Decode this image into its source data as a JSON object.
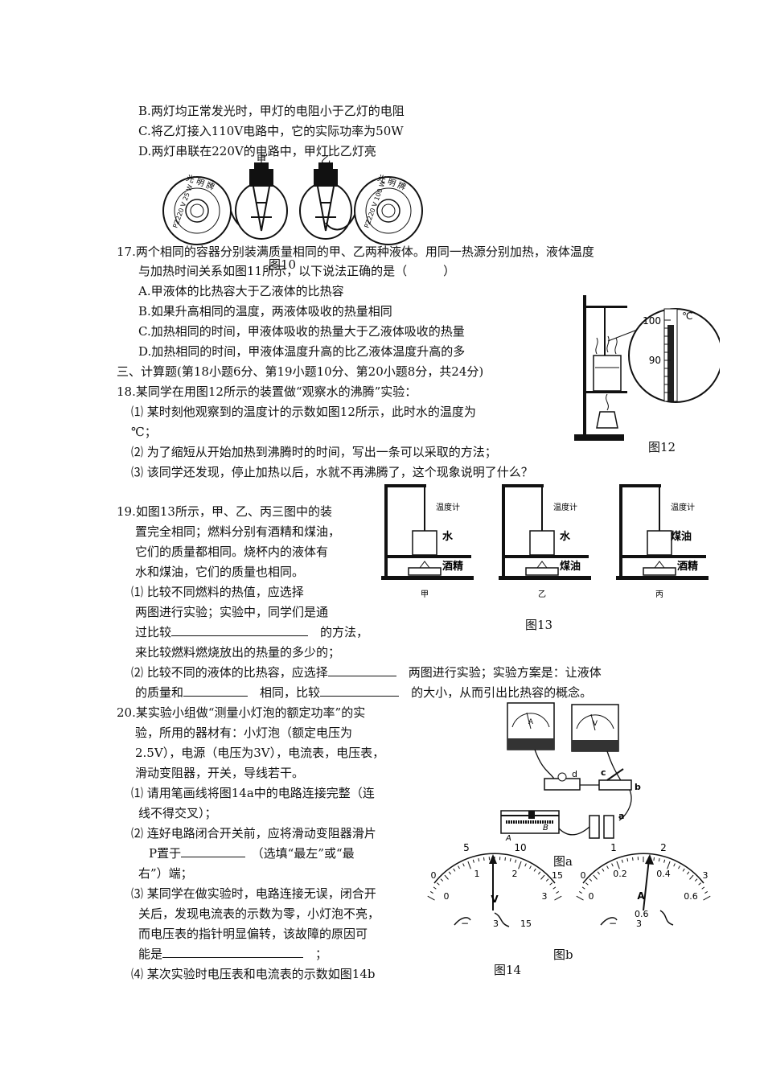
{
  "q16": {
    "options": [
      "B.两灯均正常发光时，甲灯的电阻小于乙灯的电阻",
      "C.将乙灯接入110V电路中，它的实际功率为50W",
      "D.两灯串联在220V的电路中，甲灯比乙灯亮"
    ],
    "fig": {
      "label_jia": "甲",
      "label_yi": "乙",
      "brand": "光 明 牌",
      "rating_left": "PZ220 V 25 W",
      "rating_right": "PZ220 V 100 W",
      "caption": "图10"
    }
  },
  "q17": {
    "stem1": "17.两个相同的容器分别装满质量相同的甲、乙两种液体。用同一热源分别加热，液体温度",
    "stem2": "与加热时间关系如图11所示，以下说法正确的是（　　　）",
    "options": [
      "A.甲液体的比热容大于乙液体的比热容",
      "B.如果升高相同的温度，两液体吸收的热量相同",
      "C.加热相同的时间，甲液体吸收的热量大于乙液体吸收的热量",
      "D.加热相同的时间，甲液体温度升高的比乙液体温度升高的多"
    ]
  },
  "section3": "三、计算题(第18小题6分、第19小题10分、第20小题8分，共24分)",
  "q18": {
    "stem": "18.某同学在用图12所示的装置做“观察水的沸腾”实验：",
    "p1a": "⑴ 某时刻他观察到的温度计的示数如图12所示，此时水的温度为",
    "p1b": "℃；",
    "p2": "⑵ 为了缩短从开始加热到沸腾时的时间，写出一条可以采取的方法；",
    "p3": "⑶ 该同学还发现，停止加热以后，水就不再沸腾了，这个现象说明了什么？",
    "fig": {
      "t100": "100",
      "t90": "90",
      "unit": "℃",
      "caption": "图12"
    }
  },
  "q19": {
    "lines": [
      "19.如图13所示，甲、乙、丙三图中的装",
      "置完全相同；燃料分别有酒精和煤油，",
      "它们的质量都相同。烧杯内的液体有",
      "水和煤油，它们的质量也相同。",
      "⑴ 比较不同燃料的热值，应选择",
      "两图进行实验；实验中，同学们是通",
      "过比较",
      "的方法，",
      "来比较燃料燃烧放出的热量的多少的；"
    ],
    "p2a": "⑵ 比较不同的液体的比热容，应选择",
    "p2b": "两图进行实验；实验方案是：让液体",
    "p2c": "的质量和",
    "p2d": "相同，比较",
    "p2e": "的大小，从而引出比热容的概念。",
    "fig": {
      "thermo": "温度计",
      "panels": [
        {
          "liquid": "水",
          "fuel": "酒精",
          "name": "甲"
        },
        {
          "liquid": "水",
          "fuel": "煤油",
          "name": "乙"
        },
        {
          "liquid": "煤油",
          "fuel": "酒精",
          "name": "丙"
        }
      ],
      "caption": "图13"
    }
  },
  "q20": {
    "lines": [
      "20.某实验小组做“测量小灯泡的额定功率”的实",
      "验，所用的器材有：小灯泡（额定电压为",
      "2.5V），电源（电压为3V），电流表，电压表，",
      "滑动变阻器，开关，导线若干。",
      "⑴ 请用笔画线将图14a中的电路连接完整（连",
      "线不得交叉）；",
      "⑵ 连好电路闭合开关前，应将滑动变阻器滑片",
      "P置于",
      "（选填“最左”或“最",
      "右”）端；",
      "⑶ 某同学在做实验时，电路连接无误，闭合开",
      "关后，发现电流表的示数为零，小灯泡不亮，",
      "而电压表的指针明显偏转，该故障的原因可",
      "能是",
      "；",
      "⑷ 某次实验时电压表和电流表的示数如图14b"
    ],
    "fig": {
      "a_label": "图a",
      "b_label": "图b",
      "caption": "图14",
      "ammeter_glyph": "A",
      "voltmeter_glyph": "V",
      "node_d": "d",
      "node_c": "c",
      "node_b": "b",
      "node_a": "a",
      "rheo_A": "A",
      "rheo_B": "B",
      "v_major": [
        "5",
        "10"
      ],
      "v_minor": [
        "0",
        "1",
        "2",
        "3"
      ],
      "v_ends": [
        "0",
        "15"
      ],
      "v_sym": "V",
      "v_term": [
        "−",
        "3",
        "15"
      ],
      "a_major": [
        "1",
        "2"
      ],
      "a_minor": [
        "0",
        "0.2",
        "0.4",
        "0.6"
      ],
      "a_ends": [
        "0",
        "3"
      ],
      "a_sym": "A",
      "a_term": [
        "−",
        "0.6",
        "3"
      ]
    }
  }
}
